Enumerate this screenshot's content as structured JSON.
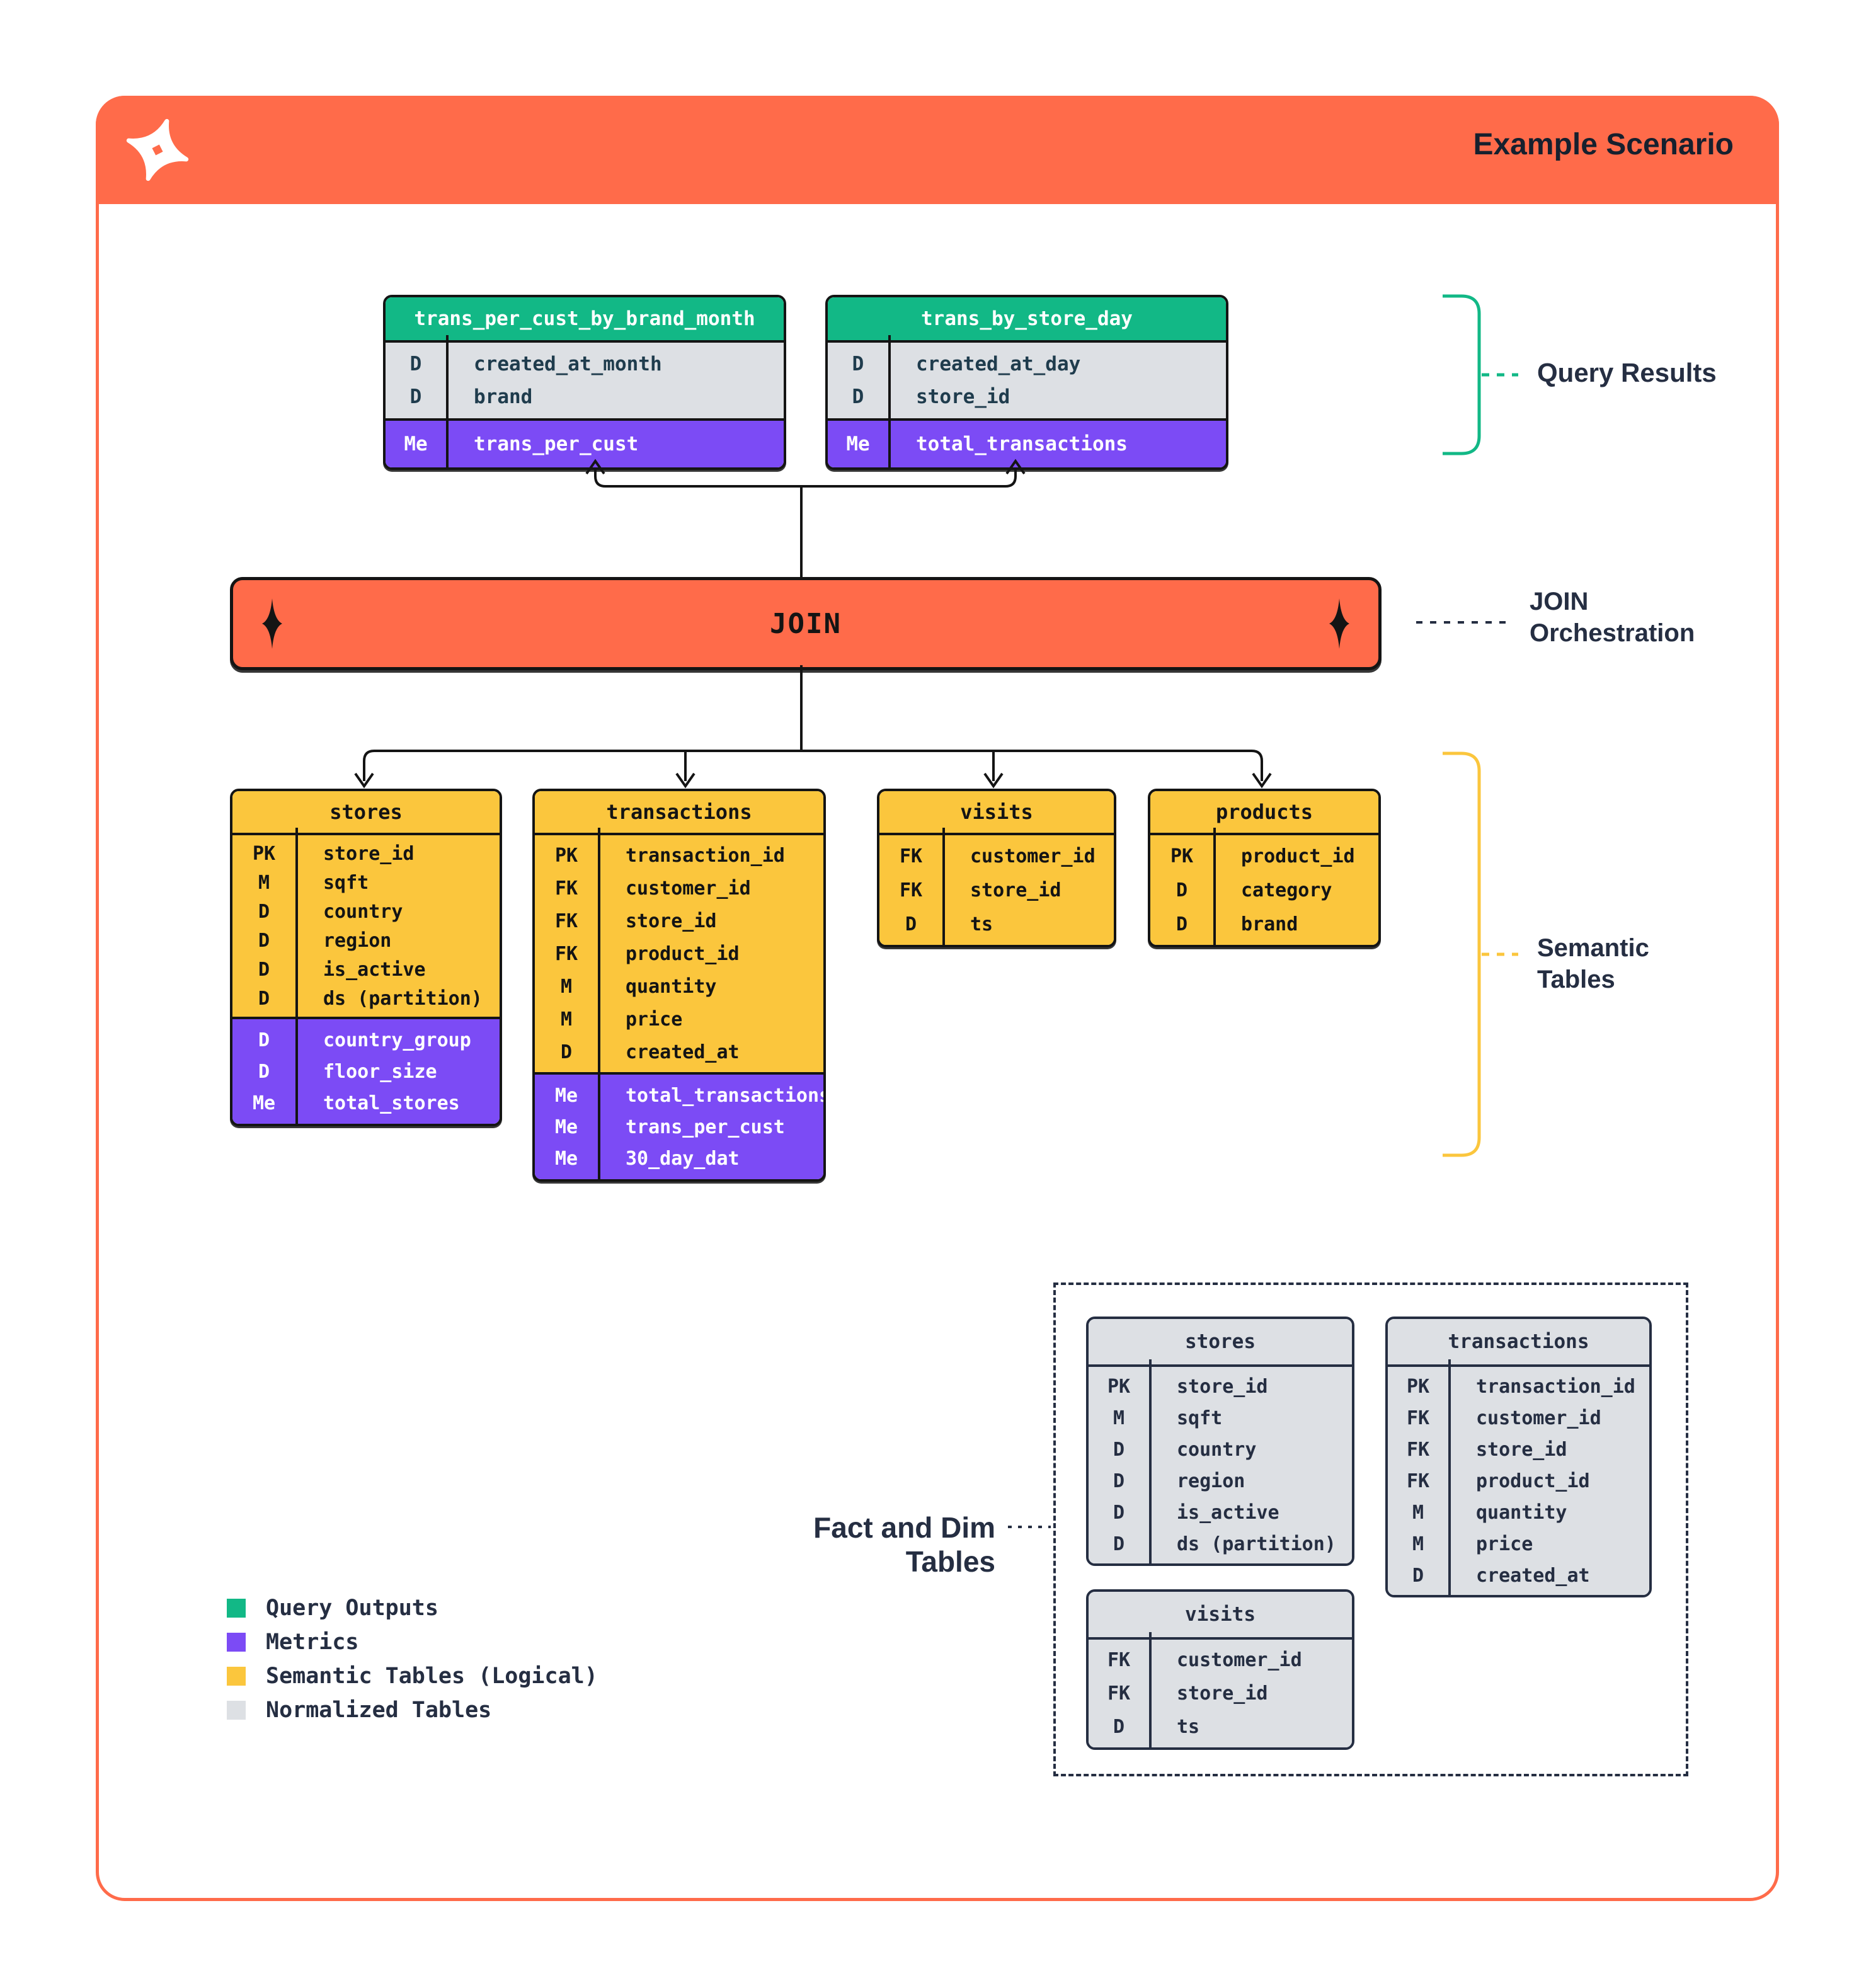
{
  "header": {
    "title": "Example Scenario",
    "logo": "four-point-star"
  },
  "annotations": {
    "query_results": "Query Results",
    "join_line1": "JOIN",
    "join_line2": "Orchestration",
    "semantic_line1": "Semantic",
    "semantic_line2": "Tables",
    "fact_dim": "Fact and Dim Tables"
  },
  "join": {
    "label": "JOIN"
  },
  "query_results_tables": [
    {
      "name": "trans_per_cust_by_brand_month",
      "dims": [
        {
          "key": "D",
          "field": "created_at_month"
        },
        {
          "key": "D",
          "field": "brand"
        }
      ],
      "metrics": [
        {
          "key": "Me",
          "field": "trans_per_cust"
        }
      ]
    },
    {
      "name": "trans_by_store_day",
      "dims": [
        {
          "key": "D",
          "field": "created_at_day"
        },
        {
          "key": "D",
          "field": "store_id"
        }
      ],
      "metrics": [
        {
          "key": "Me",
          "field": "total_transactions"
        }
      ]
    }
  ],
  "semantic_tables": [
    {
      "name": "stores",
      "rows": [
        {
          "key": "PK",
          "field": "store_id"
        },
        {
          "key": "M",
          "field": "sqft"
        },
        {
          "key": "D",
          "field": "country"
        },
        {
          "key": "D",
          "field": "region"
        },
        {
          "key": "D",
          "field": "is_active"
        },
        {
          "key": "D",
          "field": "ds (partition)"
        }
      ],
      "metric_rows": [
        {
          "key": "D",
          "field": "country_group"
        },
        {
          "key": "D",
          "field": "floor_size"
        },
        {
          "key": "Me",
          "field": "total_stores"
        }
      ]
    },
    {
      "name": "transactions",
      "rows": [
        {
          "key": "PK",
          "field": "transaction_id"
        },
        {
          "key": "FK",
          "field": "customer_id"
        },
        {
          "key": "FK",
          "field": "store_id"
        },
        {
          "key": "FK",
          "field": "product_id"
        },
        {
          "key": "M",
          "field": "quantity"
        },
        {
          "key": "M",
          "field": "price"
        },
        {
          "key": "D",
          "field": "created_at"
        }
      ],
      "metric_rows": [
        {
          "key": "Me",
          "field": "total_transactions"
        },
        {
          "key": "Me",
          "field": "trans_per_cust"
        },
        {
          "key": "Me",
          "field": "30_day_dat"
        }
      ]
    },
    {
      "name": "visits",
      "rows": [
        {
          "key": "FK",
          "field": "customer_id"
        },
        {
          "key": "FK",
          "field": "store_id"
        },
        {
          "key": "D",
          "field": "ts"
        }
      ],
      "metric_rows": []
    },
    {
      "name": "products",
      "rows": [
        {
          "key": "PK",
          "field": "product_id"
        },
        {
          "key": "D",
          "field": "category"
        },
        {
          "key": "D",
          "field": "brand"
        }
      ],
      "metric_rows": []
    }
  ],
  "normalized_tables": [
    {
      "name": "stores",
      "rows": [
        {
          "key": "PK",
          "field": "store_id"
        },
        {
          "key": "M",
          "field": "sqft"
        },
        {
          "key": "D",
          "field": "country"
        },
        {
          "key": "D",
          "field": "region"
        },
        {
          "key": "D",
          "field": "is_active"
        },
        {
          "key": "D",
          "field": "ds (partition)"
        }
      ]
    },
    {
      "name": "transactions",
      "rows": [
        {
          "key": "PK",
          "field": "transaction_id"
        },
        {
          "key": "FK",
          "field": "customer_id"
        },
        {
          "key": "FK",
          "field": "store_id"
        },
        {
          "key": "FK",
          "field": "product_id"
        },
        {
          "key": "M",
          "field": "quantity"
        },
        {
          "key": "M",
          "field": "price"
        },
        {
          "key": "D",
          "field": "created_at"
        }
      ]
    },
    {
      "name": "visits",
      "rows": [
        {
          "key": "FK",
          "field": "customer_id"
        },
        {
          "key": "FK",
          "field": "store_id"
        },
        {
          "key": "D",
          "field": "ts"
        }
      ]
    }
  ],
  "legend": [
    {
      "color": "#12B886",
      "label": "Query Outputs"
    },
    {
      "color": "#7C4BF5",
      "label": "Metrics"
    },
    {
      "color": "#FBC63D",
      "label": "Semantic Tables (Logical)"
    },
    {
      "color": "#DDE0E4",
      "label": "Normalized Tables"
    }
  ],
  "colors": {
    "orange": "#FF6B4A",
    "green": "#12B886",
    "purple": "#7C4BF5",
    "yellow": "#FBC63D",
    "gray": "#DDE0E4",
    "navy": "#252E42",
    "black": "#141414"
  }
}
